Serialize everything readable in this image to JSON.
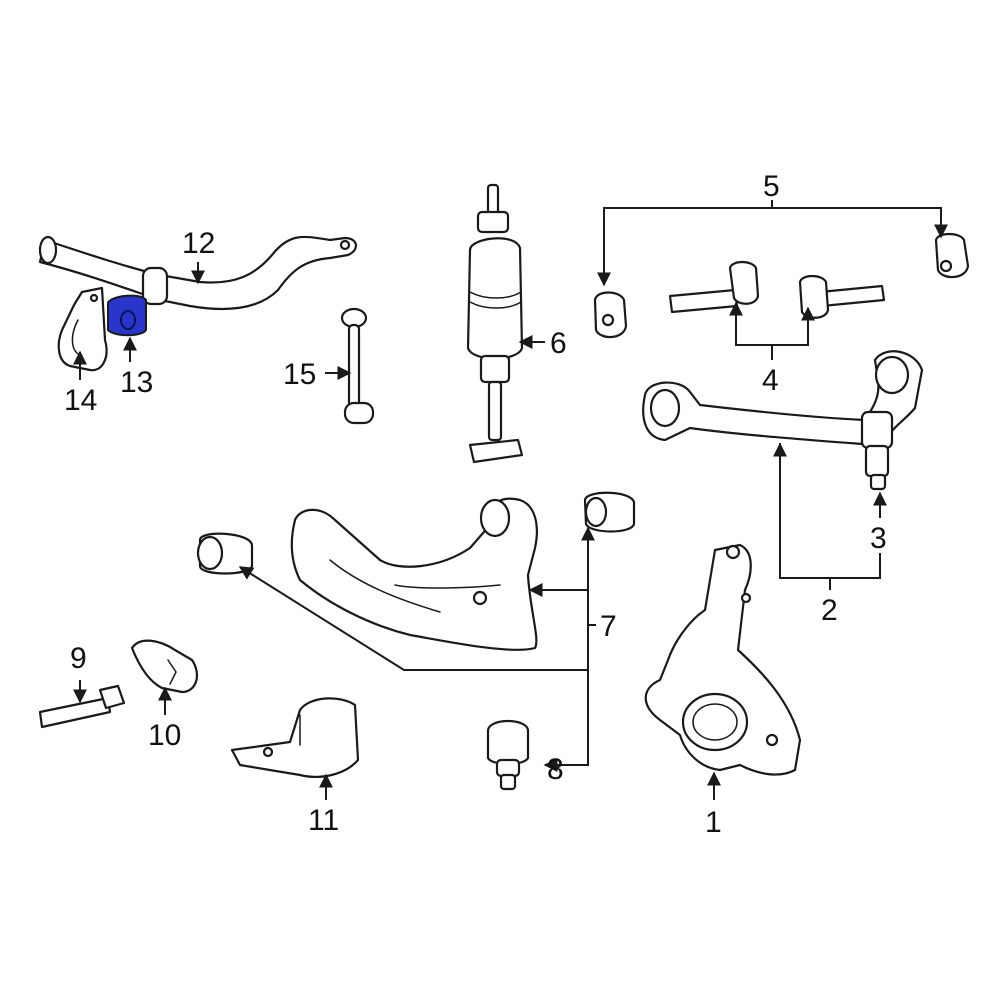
{
  "colors": {
    "line": "#1a1a1a",
    "highlight": "#2a35c9",
    "background": "#ffffff"
  },
  "callouts": {
    "c1": "1",
    "c2": "2",
    "c3": "3",
    "c4": "4",
    "c5": "5",
    "c6": "6",
    "c7": "7",
    "c8": "8",
    "c9": "9",
    "c10": "10",
    "c11": "11",
    "c12": "12",
    "c13": "13",
    "c14": "14",
    "c15": "15"
  },
  "highlighted_part": "13"
}
